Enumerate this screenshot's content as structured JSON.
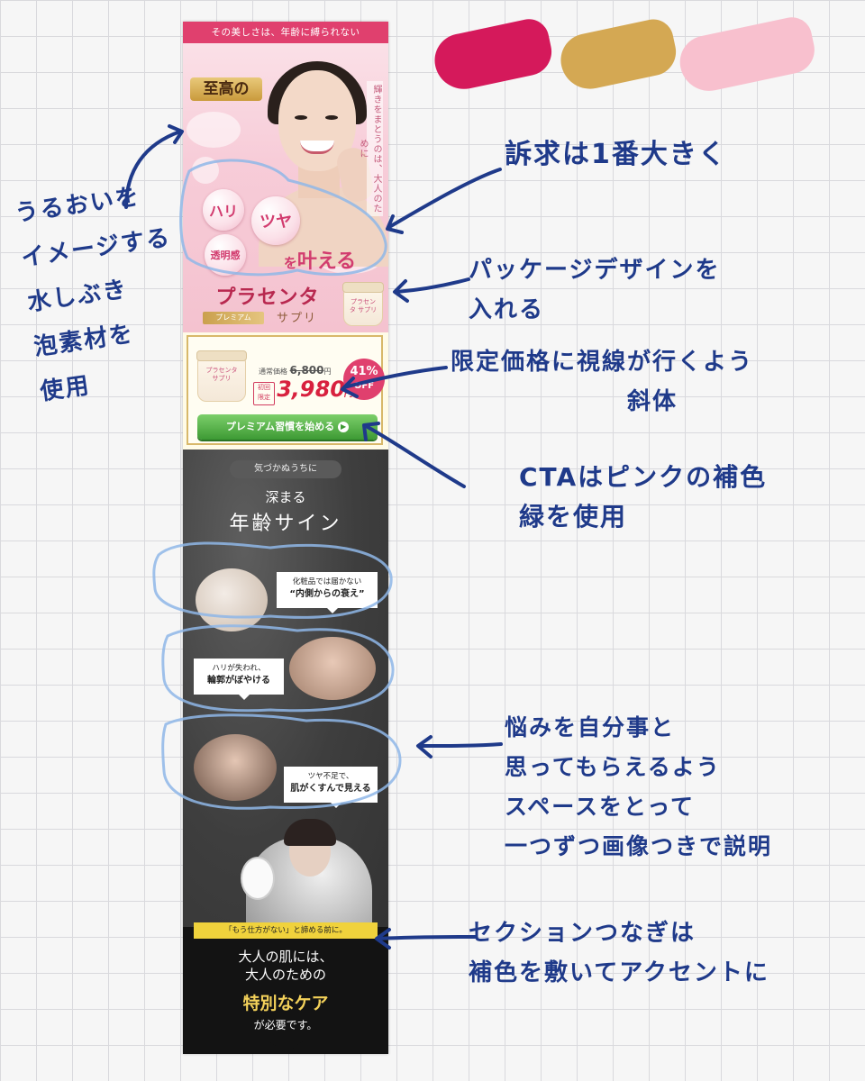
{
  "swatches": {
    "colors": [
      "#d5195b",
      "#d4a853",
      "#f8c0ce"
    ]
  },
  "lp": {
    "top_bar": "その美しさは、年齢に縛られない",
    "badge": "至高の",
    "vertical_copy": "輝きをまとうのは、大人のために",
    "bubbles": [
      "ハリ",
      "ツヤ",
      "透明感"
    ],
    "kanaeru_main": "叶える",
    "kanaeru_prefix": "を",
    "product_name": "プラセンタ",
    "premium_tag": "プレミアム",
    "supplement": "サプリ",
    "jar_label": "プラセンタ サプリ",
    "price": {
      "regular_label": "通常価格",
      "regular_value": "6,800",
      "yen": "円",
      "first_tag": "初回 限定",
      "sale_value": "3,980",
      "off_percent": "41%",
      "off_label": "OFF",
      "cta": "プレミアム習慣を始める",
      "cta_arrow": "▶"
    },
    "dark": {
      "pill": "気づかぬうちに",
      "title1": "深まる",
      "title2": "年齢サイン",
      "callouts": [
        {
          "line1": "化粧品では届かない",
          "line2": "“内側からの衰え”"
        },
        {
          "line1": "ハリが失われ、",
          "line2": "輪郭がぼやける"
        },
        {
          "line1": "ツヤ不足で、",
          "line2": "肌がくすんで見える"
        }
      ]
    },
    "gold_banner": "「もう仕方がない」と諦める前に。",
    "black": {
      "line1": "大人の肌には、",
      "line2": "大人のための",
      "line3": "特別なケア",
      "line4": "が必要です。"
    }
  },
  "annotations": {
    "left": "うるおいを\nイメージする\n水しぶき\n泡素材を\n使用",
    "n1": "訴求は1番大きく",
    "n2": "パッケージデザインを\n入れる",
    "n3": "限定価格に視線が行くよう\n　　　　　　　斜体",
    "n4": "CTAはピンクの補色\n緑を使用",
    "n5": "悩みを自分事と\n思ってもらえるよう\nスペースをとって\n一つずつ画像つきで説明",
    "n6": "セクションつなぎは\n補色を敷いてアクセントに"
  }
}
